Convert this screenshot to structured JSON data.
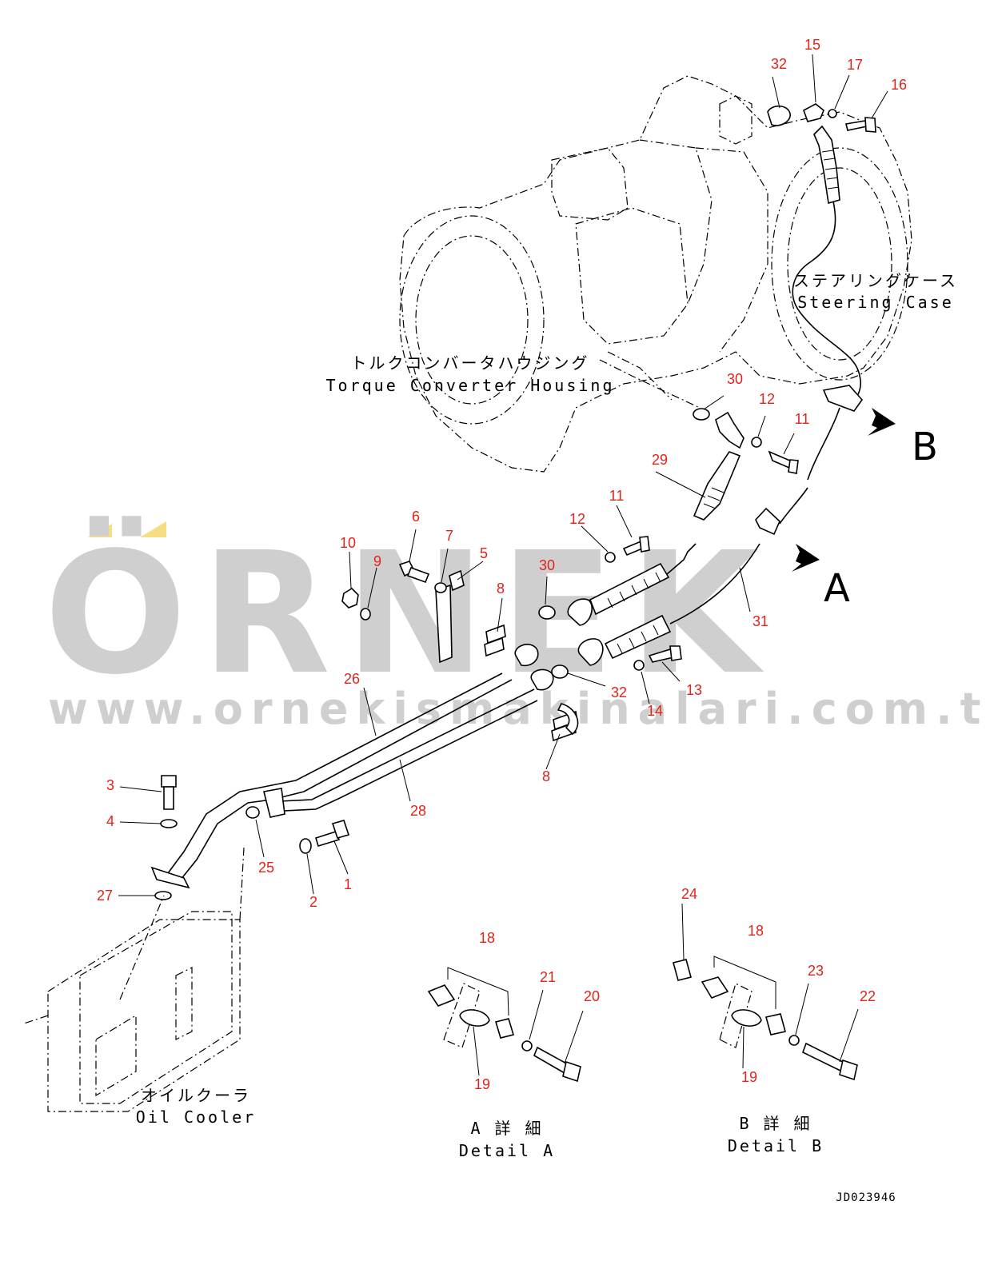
{
  "watermark": {
    "brand": "ÖRNEK",
    "url": "www.ornekismakinalari.com.tr",
    "accent_color": "#f6dd84"
  },
  "labels": {
    "torque_converter_jp": "トルクコンバータハウジング",
    "torque_converter_en": "Torque Converter Housing",
    "steering_case_jp": "ステアリングケース",
    "steering_case_en": "Steering Case",
    "oil_cooler_jp": "オイルクーラ",
    "oil_cooler_en": "Oil Cooler",
    "detail_a_jp": "A 詳 細",
    "detail_a_en": "Detail A",
    "detail_b_jp": "B 詳 細",
    "detail_b_en": "Detail B",
    "callout_a": "A",
    "callout_b": "B",
    "drawing_code": "JD023946"
  },
  "part_numbers": {
    "p1": "1",
    "p2": "2",
    "p3": "3",
    "p4": "4",
    "p5": "5",
    "p6": "6",
    "p7": "7",
    "p8a": "8",
    "p8b": "8",
    "p9": "9",
    "p10": "10",
    "p11a": "11",
    "p11b": "11",
    "p12a": "12",
    "p12b": "12",
    "p13": "13",
    "p14": "14",
    "p15": "15",
    "p16": "16",
    "p17": "17",
    "p18a": "18",
    "p18b": "18",
    "p19a": "19",
    "p19b": "19",
    "p20": "20",
    "p21": "21",
    "p22": "22",
    "p23": "23",
    "p24": "24",
    "p25": "25",
    "p26": "26",
    "p27": "27",
    "p28": "28",
    "p29": "29",
    "p30a": "30",
    "p30b": "30",
    "p31": "31",
    "p32a": "32",
    "p32b": "32"
  },
  "colors": {
    "part_number": "#e2231a",
    "line": "#000000",
    "watermark": "#cfcfcf"
  }
}
